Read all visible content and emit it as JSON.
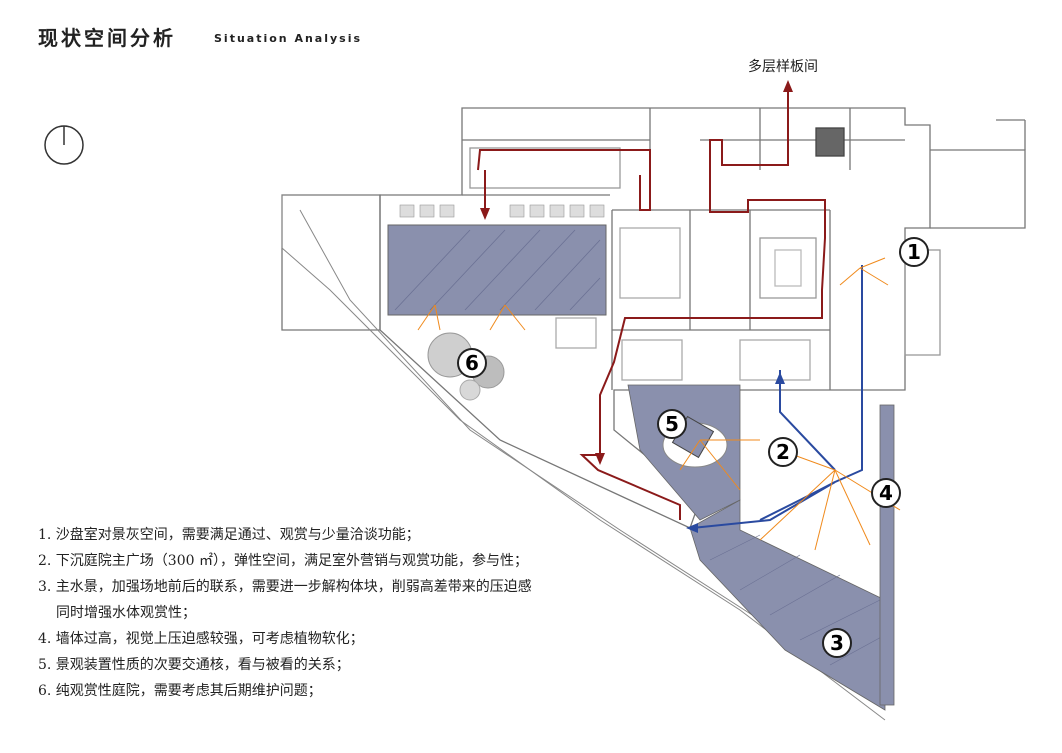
{
  "title": {
    "cn": "现状空间分析",
    "en": "Situation Analysis"
  },
  "top_label": "多层样板间",
  "markers": [
    "1",
    "2",
    "3",
    "4",
    "5",
    "6"
  ],
  "notes": [
    "1. 沙盘室对景灰空间，需要满足通过、观赏与少量洽谈功能；",
    "2. 下沉庭院主广场（300 ㎡），弹性空间，满足室外营销与观赏功能，参与性；",
    "3. 主水景，加强场地前后的联系，需要进一步解构体块，削弱高差带来的压迫感",
    "同时增强水体观赏性；",
    "4. 墙体过高，视觉上压迫感较强，可考虑植物软化；",
    "5. 景观装置性质的次要交通核，看与被看的关系；",
    "6. 纯观赏性庭院，需要考虑其后期维护问题；"
  ],
  "colors": {
    "route_red": "#8b1a1a",
    "route_blue": "#2a4aa0",
    "sight_orange": "#f08a1c",
    "water": "#8a90ad",
    "wall": "#9a9a9a"
  }
}
